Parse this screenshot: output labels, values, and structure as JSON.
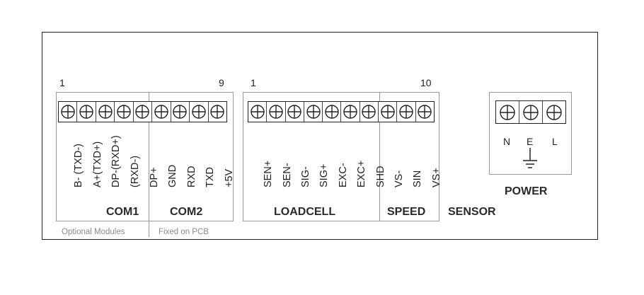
{
  "terminal_groups": {
    "com": {
      "start_number": "1",
      "end_number": "9",
      "com1_title": "COM1",
      "com2_title": "COM2",
      "com1_note": "Optional Modules",
      "com2_note": "Fixed on PCB",
      "signals": [
        "B- (TXD-)",
        "A+(TXD+)",
        "DP-(RXD+)",
        "(RXD-)",
        "DP+",
        "GND",
        "RXD",
        "TXD",
        "+5V"
      ]
    },
    "sensor": {
      "start_number": "1",
      "end_number": "10",
      "loadcell_title": "LOADCELL",
      "speed_title": "SPEED",
      "sensor_title": "SENSOR",
      "signals": [
        "SEN+",
        "SEN-",
        "SIG-",
        "SIG+",
        "EXC-",
        "EXC+",
        "SHD",
        "VS-",
        "SIN",
        "VS+"
      ]
    },
    "power": {
      "title": "POWER",
      "labels": [
        "N",
        "E",
        "L"
      ],
      "ground_icon": "earth-ground-icon"
    }
  },
  "icons": {
    "terminal": "screw-terminal-icon"
  },
  "colors": {
    "border": "#222222",
    "group_border": "#9a9a9a",
    "note_text": "#8a8a8a"
  }
}
